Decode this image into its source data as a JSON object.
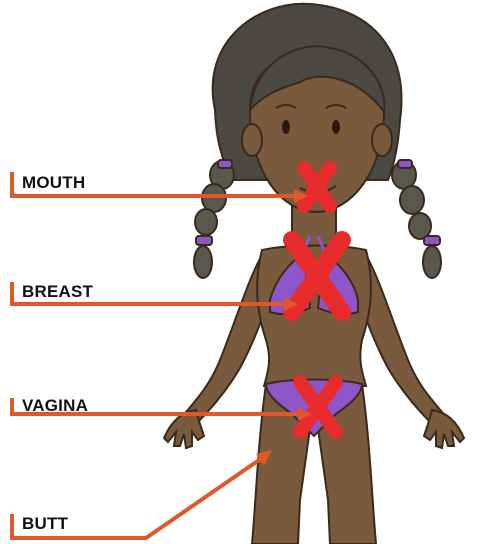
{
  "labels": {
    "mouth": "MOUTH",
    "breast": "BREAST",
    "vagina": "VAGINA",
    "butt": "BUTT"
  },
  "colors": {
    "pointer": "#e0582a",
    "cross": "#e82b2b",
    "skin": "#7a5a3c",
    "hair": "#4a4840",
    "swimsuit": "#8e55c8"
  },
  "icons": [
    "x-mark-icon"
  ]
}
